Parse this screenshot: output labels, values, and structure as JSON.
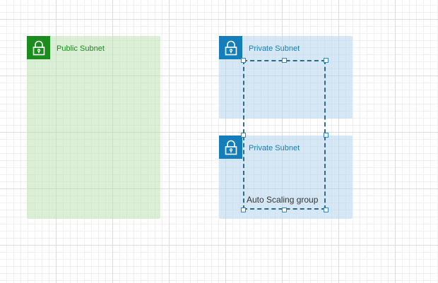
{
  "public_subnet": {
    "label": "Public Subnet",
    "icon": "lock-icon",
    "color": "#1a8d1e"
  },
  "private_subnet_top": {
    "label": "Private Subnet",
    "icon": "lock-icon",
    "color": "#147eba"
  },
  "private_subnet_bottom": {
    "label": "Private Subnet",
    "icon": "lock-icon",
    "color": "#147eba"
  },
  "auto_scaling_group": {
    "label": "Auto Scaling group",
    "selected": true
  }
}
